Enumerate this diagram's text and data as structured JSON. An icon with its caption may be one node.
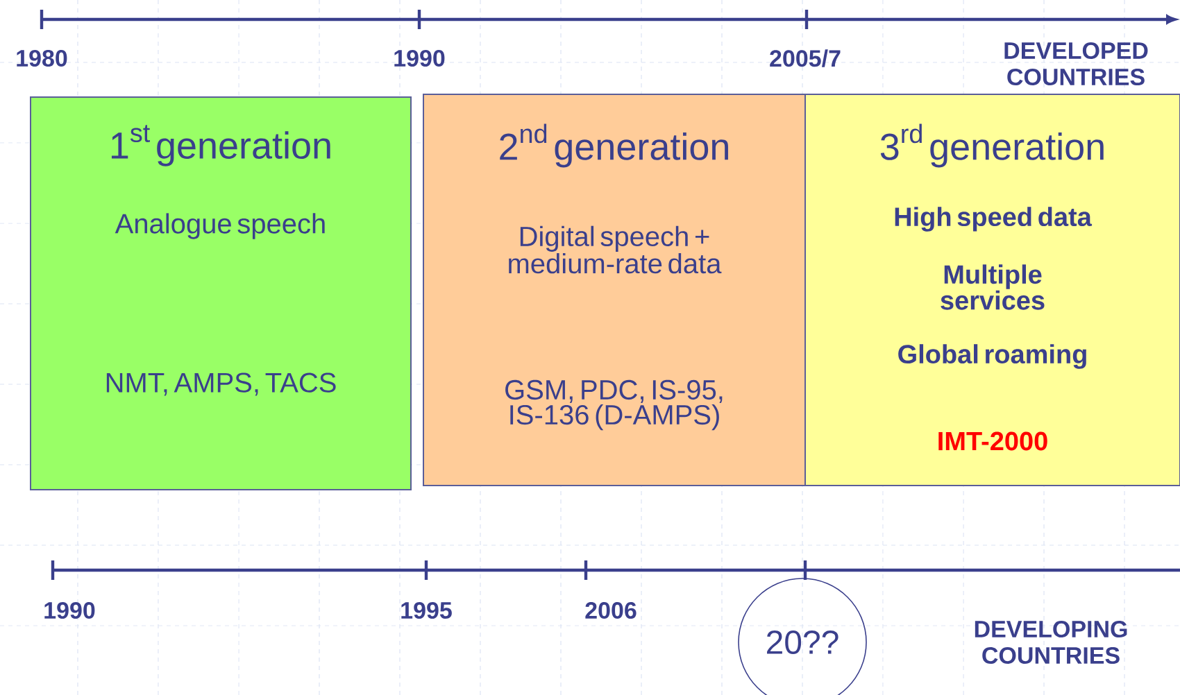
{
  "diagram": {
    "nodes": [
      {
        "text": [
          "\\text{1}^{\\text{st}}\\text{ generation}",
          "Analogue speech",
          "NMT, AMPS, TACS"
        ]
      },
      {
        "text": [
          "\\text{2}^{\\text{nd}}\\text{ generation}",
          "Digital speech + medium-rate data",
          "GSM, PDC, IS-95, IS-136 (D-AMPS)"
        ]
      },
      {
        "text": [
          "\\text{3}^{\\text{rd}}\\text{ generation}",
          "High speed data",
          "Multiple services",
          "Global roaming",
          "IMT-2000"
        ]
      },
      {
        "text": [
          "20??"
        ]
      }
    ],
    "labels": [
      "1980",
      "1990",
      "2005/7",
      "DEVELOPED COUNTRIES",
      "1990",
      "1995",
      "2006",
      "DEVELOPING COUNTRIES"
    ]
  }
}
